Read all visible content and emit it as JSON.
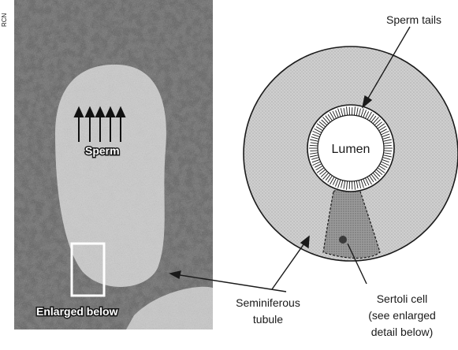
{
  "credit": "RCN",
  "micrograph": {
    "sperm_label": "Sperm",
    "enlarged_label": "Enlarged below"
  },
  "diagram": {
    "lumen_label": "Lumen",
    "sperm_tails_label": "Sperm tails",
    "tubule_label_line1": "Seminiferous",
    "tubule_label_line2": "tubule",
    "sertoli_label_line1": "Sertoli cell",
    "sertoli_label_line2": "(see enlarged",
    "sertoli_label_line3": "detail below)"
  },
  "colors": {
    "tubule_wall": "#c9c9c9",
    "sertoli_cell": "#8f8f8f",
    "outline": "#1a1a1a",
    "micrograph_dark": "#2b2b2b",
    "micrograph_light": "#dadada"
  }
}
